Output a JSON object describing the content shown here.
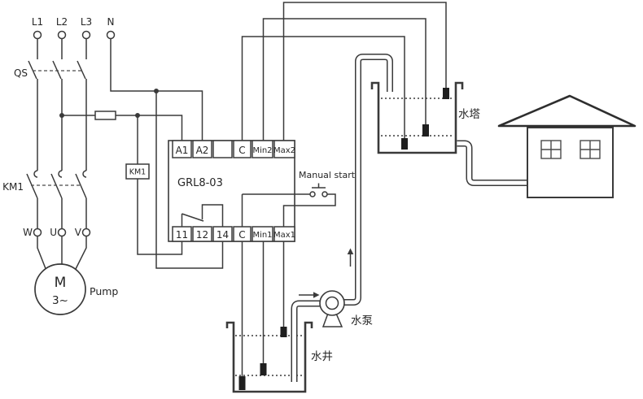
{
  "colors": {
    "line": "#3a3a3a",
    "text": "#262626",
    "electrode": "#1f1f1f",
    "background": "#ffffff"
  },
  "supply": {
    "terminals": [
      {
        "label": "L1"
      },
      {
        "label": "L2"
      },
      {
        "label": "L3"
      },
      {
        "label": "N"
      }
    ],
    "disconnect_label": "QS"
  },
  "contactor": {
    "label": "KM1",
    "coil_label": "KM1"
  },
  "motor": {
    "terminal_w": "W",
    "terminal_u": "U",
    "terminal_v": "V",
    "symbol": "M",
    "phase": "3~",
    "caption": "Pump"
  },
  "relay": {
    "model": "GRL8-03",
    "top_terminals": [
      {
        "label": "A1"
      },
      {
        "label": "A2"
      },
      {
        "label": ""
      },
      {
        "label": "C"
      },
      {
        "label": "Min2"
      },
      {
        "label": "Max2"
      }
    ],
    "bottom_terminals": [
      {
        "label": "11"
      },
      {
        "label": "12"
      },
      {
        "label": "14"
      },
      {
        "label": "C"
      },
      {
        "label": "Min1"
      },
      {
        "label": "Max1"
      }
    ]
  },
  "manual_start": {
    "label": "Manual start"
  },
  "water_tower": {
    "label": "水塔"
  },
  "water_pump": {
    "label": "水泵"
  },
  "water_well": {
    "label": "水井"
  }
}
